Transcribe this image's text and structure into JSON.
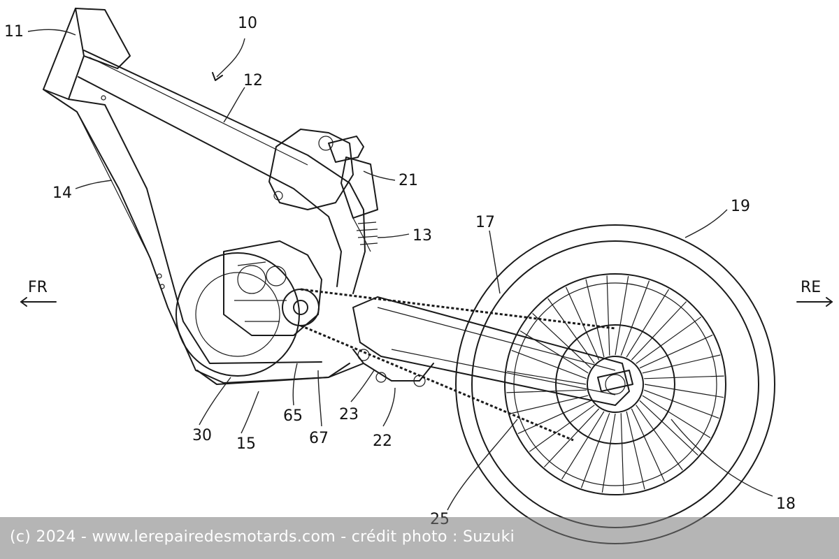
{
  "figure": {
    "title_ref": "10",
    "direction_front": "FR",
    "direction_rear": "RE",
    "labels": [
      {
        "id": "lbl-11",
        "text": "11"
      },
      {
        "id": "lbl-10",
        "text": "10"
      },
      {
        "id": "lbl-12",
        "text": "12"
      },
      {
        "id": "lbl-14",
        "text": "14"
      },
      {
        "id": "lbl-21",
        "text": "21"
      },
      {
        "id": "lbl-13",
        "text": "13"
      },
      {
        "id": "lbl-17",
        "text": "17"
      },
      {
        "id": "lbl-19",
        "text": "19"
      },
      {
        "id": "lbl-30",
        "text": "30"
      },
      {
        "id": "lbl-15",
        "text": "15"
      },
      {
        "id": "lbl-65",
        "text": "65"
      },
      {
        "id": "lbl-67",
        "text": "67"
      },
      {
        "id": "lbl-23",
        "text": "23"
      },
      {
        "id": "lbl-22",
        "text": "22"
      },
      {
        "id": "lbl-25",
        "text": "25"
      },
      {
        "id": "lbl-18",
        "text": "18"
      }
    ]
  },
  "watermark": {
    "text": "(c) 2024 - www.lerepairedesmotards.com - crédit photo : Suzuki"
  },
  "colors": {
    "line": "#1a1a1a",
    "background": "#ffffff",
    "watermark_bg": "#7a7a7a"
  }
}
